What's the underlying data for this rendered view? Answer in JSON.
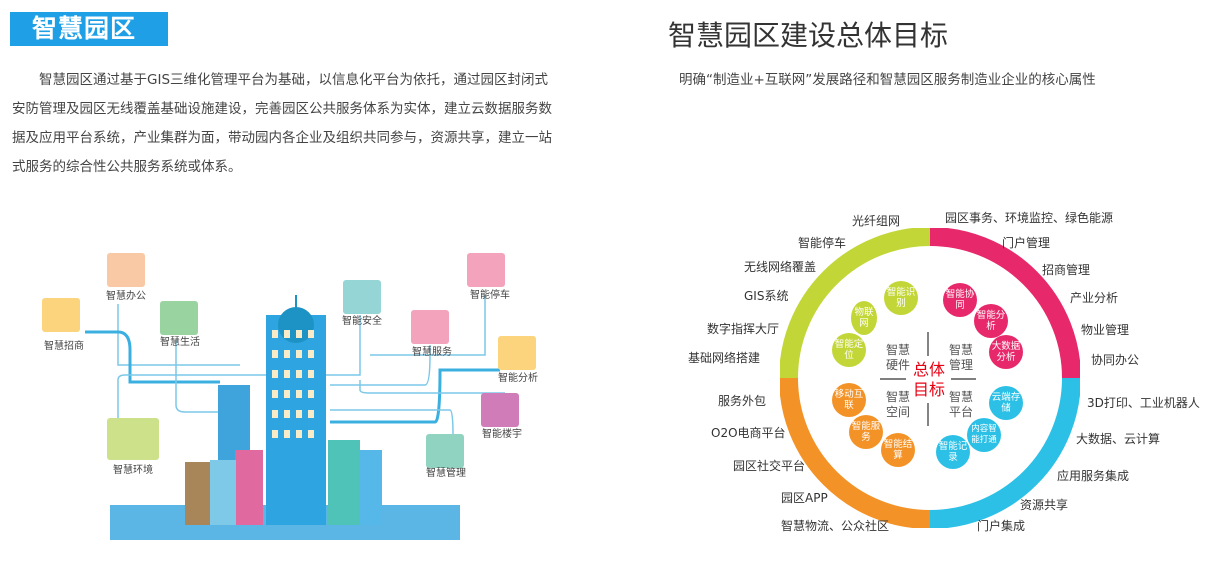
{
  "left": {
    "badge": "智慧园区",
    "intro": "智慧园区通过基于GIS三维化管理平台为基础，以信息化平台为依托，通过园区封闭式安防管理及园区无线覆盖基础设施建设，完善园区公共服务体系为实体，建立云数据服务数据及应用平台系统，产业集群为面，带动园内各企业及组织共同参与，资源共享，建立一站式服务的综合性公共服务系统或体系。",
    "tiles": [
      "智慧办公",
      "智慧招商",
      "智慧生活",
      "智能安全",
      "智慧服务",
      "智能停车",
      "智能分析",
      "智能楼宇",
      "智慧管理",
      "智慧环境"
    ]
  },
  "right": {
    "title": "智慧园区建设总体目标",
    "subtitle": "明确“制造业+互联网”发展路径和智慧园区服务制造业企业的核心属性",
    "center": "总体目标",
    "quadrants": [
      "智慧硬件",
      "智慧管理",
      "智慧空间",
      "智慧平台"
    ],
    "bubbles": [
      "智能识别",
      "物联网",
      "智能定位",
      "智能协同",
      "智能分析",
      "大数据分析",
      "移动互联",
      "智能服务",
      "智能结算",
      "云端存储",
      "内容智能打通",
      "智能记录"
    ],
    "outer_labels": [
      "光纤组网",
      "智能停车",
      "无线网络覆盖",
      "GIS系统",
      "数字指挥大厅",
      "基础网络搭建",
      "园区事务、环境监控、绿色能源",
      "门户管理",
      "招商管理",
      "产业分析",
      "物业管理",
      "协同办公",
      "3D打印、工业机器人",
      "大数据、云计算",
      "应用服务集成",
      "资源共享",
      "门户集成",
      "服务外包",
      "O2O电商平台",
      "园区社交平台",
      "园区APP",
      "智慧物流、公众社区"
    ],
    "colors": {
      "green": "#c3d637",
      "pink": "#e7296b",
      "blue": "#2cc0e6",
      "orange": "#f39327"
    }
  }
}
